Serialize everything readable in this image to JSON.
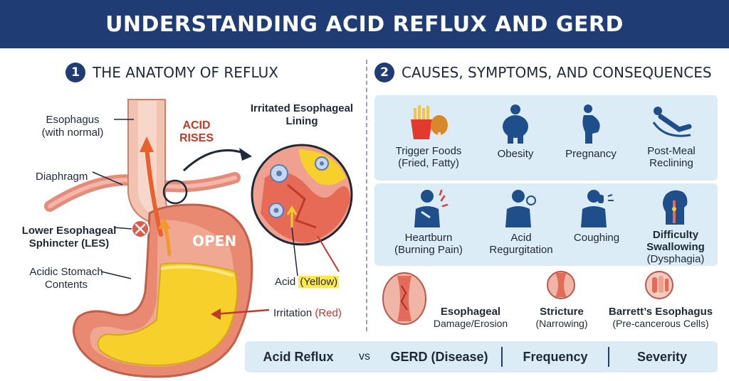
{
  "header": {
    "title": "UNDERSTANDING ACID REFLUX AND GERD"
  },
  "section1": {
    "number": "1",
    "title": "THE ANATOMY OF REFLUX"
  },
  "section2": {
    "number": "2",
    "title": "CAUSES, SYMPTOMS, AND CONSEQUENCES"
  },
  "anatomy": {
    "esophagus_line1": "Esophagus",
    "esophagus_line2": "(with normal)",
    "acid_rises_line1": "ACID",
    "acid_rises_line2": "RISES",
    "irritated_line1": "Irritated Esophageal",
    "irritated_line2": "Lining",
    "diaphragm": "Diaphragm",
    "les_line1": "Lower Esophageal",
    "les_line2": "Sphincter (LES)",
    "open": "OPEN",
    "acidic_line1": "Acidic Stomach",
    "acidic_line2": "Contents",
    "acid_label": "Acid",
    "acid_color": "(Yellow)",
    "irritation_label": "Irritation",
    "irritation_color": "(Red)"
  },
  "causes": [
    {
      "icon": "fries-icon",
      "line1": "Trigger Foods",
      "line2": "(Fried, Fatty)"
    },
    {
      "icon": "person-obesity-icon",
      "line1": "Obesity",
      "line2": ""
    },
    {
      "icon": "pregnancy-icon",
      "line1": "Pregnancy",
      "line2": ""
    },
    {
      "icon": "reclining-icon",
      "line1": "Post-Meal",
      "line2": "Reclining"
    }
  ],
  "symptoms": [
    {
      "icon": "heartburn-icon",
      "line1": "Heartburn",
      "line2": "(Burning Pain)"
    },
    {
      "icon": "regurgitation-icon",
      "line1": "Acid",
      "line2": "Regurgitation"
    },
    {
      "icon": "coughing-icon",
      "line1": "Coughing",
      "line2": ""
    },
    {
      "icon": "dysphagia-icon",
      "line1": "Difficulty",
      "line2": "Swallowing",
      "line3": "(Dysphagia)"
    }
  ],
  "consequences": [
    {
      "icon": "erosion-icon",
      "title": "Esophageal",
      "sub": "Damage/Erosion"
    },
    {
      "icon": "stricture-icon",
      "title": "Stricture",
      "sub": "(Narrowing)"
    },
    {
      "icon": "barretts-icon",
      "title": "Barrett’s Esophagus",
      "sub": "(Pre-cancerous Cells)"
    }
  ],
  "comparison": {
    "acid_reflux": "Acid Reflux",
    "vs": "vs",
    "gerd": "GERD (Disease)",
    "frequency": "Frequency",
    "severity": "Severity"
  },
  "colors": {
    "navy": "#1f3d74",
    "acid_yellow": "#f7d02c",
    "tissue_red": "#e36b5a",
    "panel_blue": "#dcecf6",
    "arrow_orange": "#e8602c"
  }
}
